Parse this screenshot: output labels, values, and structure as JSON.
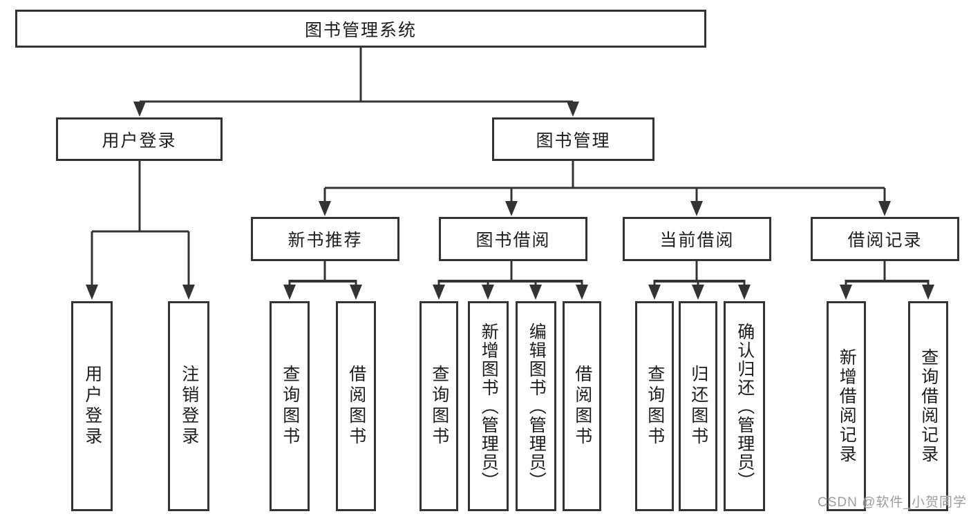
{
  "watermark": "CSDN @软件_小贺同学",
  "colors": {
    "line": "#333333",
    "text": "#1d1d1f",
    "box_background": "#ffffff",
    "watermark": "#9c9c9c",
    "background": "#ffffff"
  },
  "tree": {
    "root": {
      "label": "图书管理系统"
    },
    "children": [
      {
        "label": "用户登录",
        "children": [
          {
            "label": "用户登录"
          },
          {
            "label": "注销登录"
          }
        ]
      },
      {
        "label": "图书管理",
        "children": [
          {
            "label": "新书推荐",
            "children": [
              {
                "label": "查询图书"
              },
              {
                "label": "借阅图书"
              }
            ]
          },
          {
            "label": "图书借阅",
            "children": [
              {
                "label": "查询图书"
              },
              {
                "label": "新增图书（管理员）"
              },
              {
                "label": "编辑图书（管理员）"
              },
              {
                "label": "借阅图书"
              }
            ]
          },
          {
            "label": "当前借阅",
            "children": [
              {
                "label": "查询图书"
              },
              {
                "label": "归还图书"
              },
              {
                "label": "确认归还（管理员）"
              }
            ]
          },
          {
            "label": "借阅记录",
            "children": [
              {
                "label": "新增借阅记录"
              },
              {
                "label": "查询借阅记录"
              }
            ]
          }
        ]
      }
    ]
  }
}
